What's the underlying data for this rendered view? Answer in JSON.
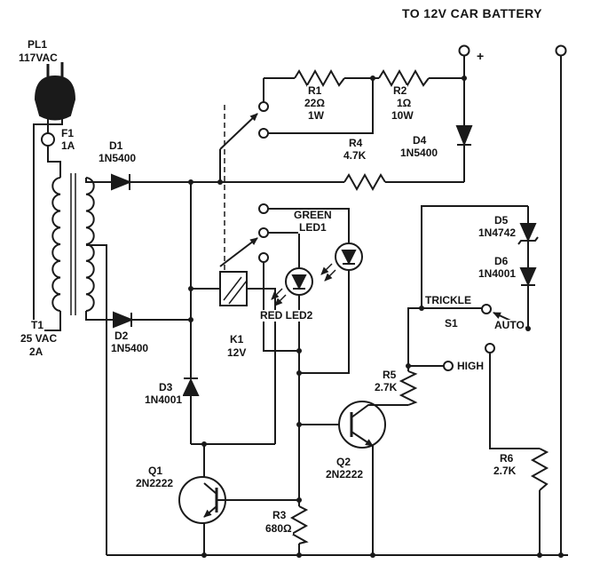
{
  "diagram_type": "battery-charger-circuit-schematic",
  "colors": {
    "ink": "#1a1a1a",
    "background": "#ffffff"
  },
  "labels": {
    "battery": "TO 12V CAR BATTERY",
    "plus": "+",
    "pl1_name": "PL1",
    "pl1_value": "117VAC",
    "f1_name": "F1",
    "f1_value": "1A",
    "d1_name": "D1",
    "d1_value": "1N5400",
    "t1_name": "T1",
    "t1_value1": "25 VAC",
    "t1_value2": "2A",
    "d2_name": "D2",
    "d2_value": "1N5400",
    "r1_name": "R1",
    "r1_value1": "22Ω",
    "r1_value2": "1W",
    "r2_name": "R2",
    "r2_value1": "1Ω",
    "r2_value2": "10W",
    "r4_name": "R4",
    "r4_value": "4.7K",
    "d4_name": "D4",
    "d4_value": "1N5400",
    "led1_color": "GREEN",
    "led1_name": "LED1",
    "led2_label": "RED LED2",
    "k1_name": "K1",
    "k1_value": "12V",
    "d5_name": "D5",
    "d5_value": "1N4742",
    "d6_name": "D6",
    "d6_value": "1N4001",
    "s1_pos_trickle": "TRICKLE",
    "s1_name": "S1",
    "s1_pos_auto": "AUTO",
    "s1_pos_high": "HIGH",
    "r5_name": "R5",
    "r5_value": "2.7K",
    "q2_name": "Q2",
    "q2_value": "2N2222",
    "d3_name": "D3",
    "d3_value": "1N4001",
    "q1_name": "Q1",
    "q1_value": "2N2222",
    "r3_name": "R3",
    "r3_value": "680Ω",
    "r6_name": "R6",
    "r6_value": "2.7K"
  }
}
